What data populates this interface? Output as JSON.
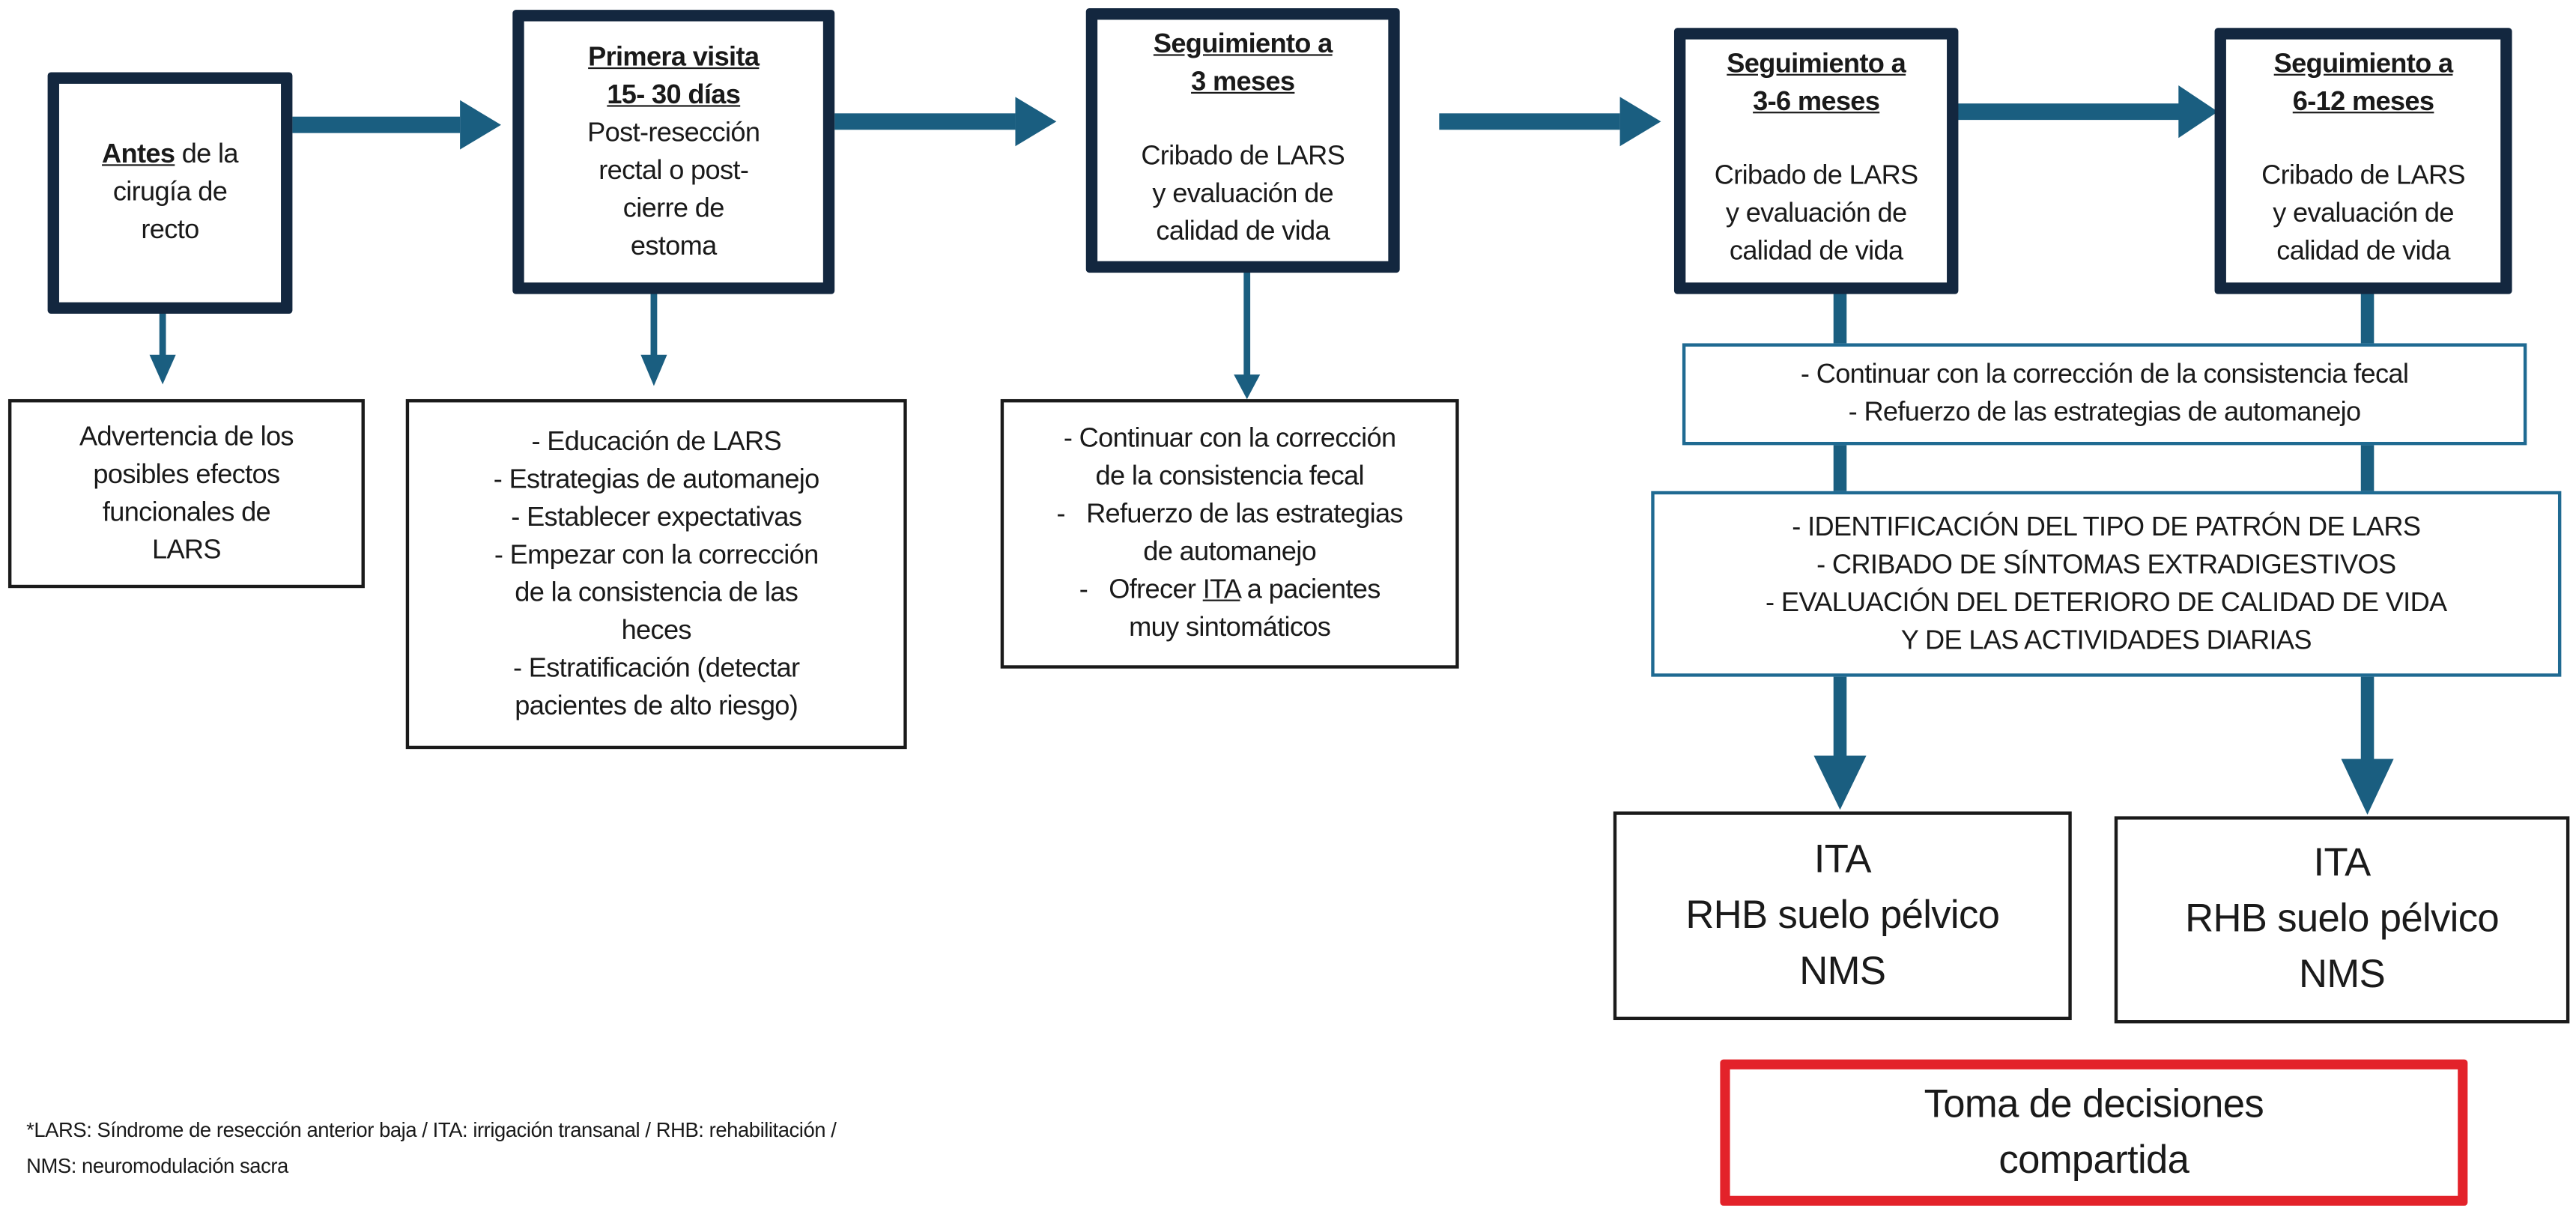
{
  "colors": {
    "arrow": "#1a5e80",
    "stage_border": "#13273f",
    "info_border": "#1f6a92",
    "decision_border": "#e3222a"
  },
  "stages": {
    "antes": {
      "bold": "Antes",
      "rest": " de la",
      "lines": [
        "cirugía de",
        "recto"
      ]
    },
    "primera": {
      "title1": "Primera visita",
      "title2": "15- 30 días",
      "lines": [
        "Post-resección",
        "rectal o post-",
        "cierre de",
        "estoma"
      ]
    },
    "m3": {
      "title1": "Seguimiento a",
      "title2": "3 meses",
      "lines": [
        "Cribado de LARS",
        "y evaluación de",
        "calidad de vida"
      ]
    },
    "m3_6": {
      "title1": "Seguimiento a",
      "title2": "3-6 meses",
      "lines": [
        "Cribado de LARS",
        "y evaluación de",
        "calidad de vida"
      ]
    },
    "m6_12": {
      "title1": "Seguimiento a",
      "title2": "6-12 meses",
      "lines": [
        "Cribado de LARS",
        "y evaluación de",
        "calidad de vida"
      ]
    }
  },
  "actions": {
    "antes": [
      "Advertencia de los",
      "posibles efectos",
      "funcionales de",
      "LARS"
    ],
    "primera": [
      "- Educación de LARS",
      "- Estrategias de automanejo",
      "- Establecer expectativas",
      "- Empezar con la corrección",
      "de la consistencia de las",
      "heces",
      "- Estratificación (detectar",
      "pacientes de alto riesgo)"
    ],
    "m3": {
      "l1": "- Continuar con la corrección",
      "l2": "de la consistencia fecal",
      "l3": "-   Refuerzo de las estrategias",
      "l4": "de automanejo",
      "l5_pre": "-   Ofrecer ",
      "l5_ita": "ITA",
      "l5_post": " a pacientes",
      "l6": "muy sintomáticos"
    },
    "shared1": [
      "- Continuar con la corrección de la consistencia fecal",
      "- Refuerzo de las estrategias de automanejo"
    ],
    "shared2": [
      "- IDENTIFICACIÓN DEL TIPO DE PATRÓN DE LARS",
      "- CRIBADO DE SÍNTOMAS EXTRADIGESTIVOS",
      "- EVALUACIÓN DEL DETERIORO DE CALIDAD DE VIDA",
      "Y DE LAS ACTIVIDADES DIARIAS"
    ]
  },
  "treatments": [
    "ITA",
    "RHB suelo pélvico",
    "NMS"
  ],
  "decision": [
    "Toma de decisiones",
    "compartida"
  ],
  "footnote": [
    "*LARS: Síndrome de resección anterior baja / ITA: irrigación transanal / RHB: rehabilitación /",
    "NMS: neuromodulación sacra"
  ]
}
